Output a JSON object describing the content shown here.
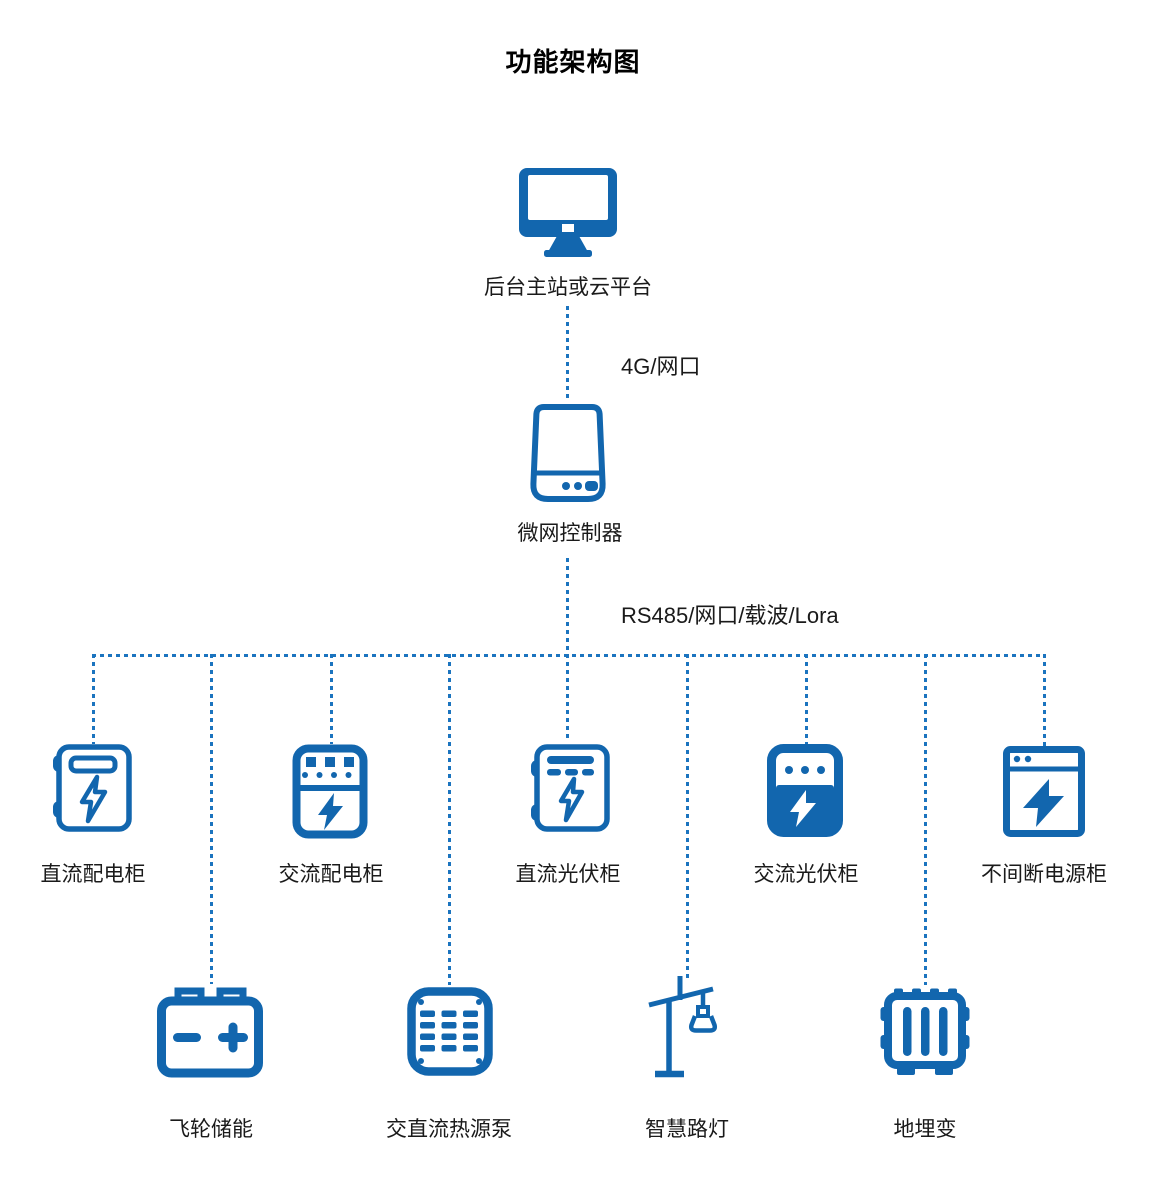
{
  "title": "功能架构图",
  "colors": {
    "icon": "#1266AE",
    "line": "#1B74BF",
    "text": "#1A1A1A"
  },
  "root": {
    "label": "后台主站或云平台",
    "icon": "monitor-icon"
  },
  "link_top": {
    "label": "4G/网口"
  },
  "controller": {
    "label": "微网控制器",
    "icon": "controller-icon"
  },
  "link_bus": {
    "label": "RS485/网口/载波/Lora"
  },
  "devices_row1": [
    {
      "label": "直流配电柜",
      "icon": "dc-distribution-cabinet-icon"
    },
    {
      "label": "交流配电柜",
      "icon": "ac-distribution-cabinet-icon"
    },
    {
      "label": "直流光伏柜",
      "icon": "dc-pv-cabinet-icon"
    },
    {
      "label": "交流光伏柜",
      "icon": "ac-pv-cabinet-icon"
    },
    {
      "label": "不间断电源柜",
      "icon": "ups-cabinet-icon"
    }
  ],
  "devices_row2": [
    {
      "label": "飞轮储能",
      "icon": "flywheel-battery-icon"
    },
    {
      "label": "交直流热源泵",
      "icon": "heat-pump-icon"
    },
    {
      "label": "智慧路灯",
      "icon": "street-lamp-icon"
    },
    {
      "label": "地埋变",
      "icon": "buried-transformer-icon"
    }
  ]
}
